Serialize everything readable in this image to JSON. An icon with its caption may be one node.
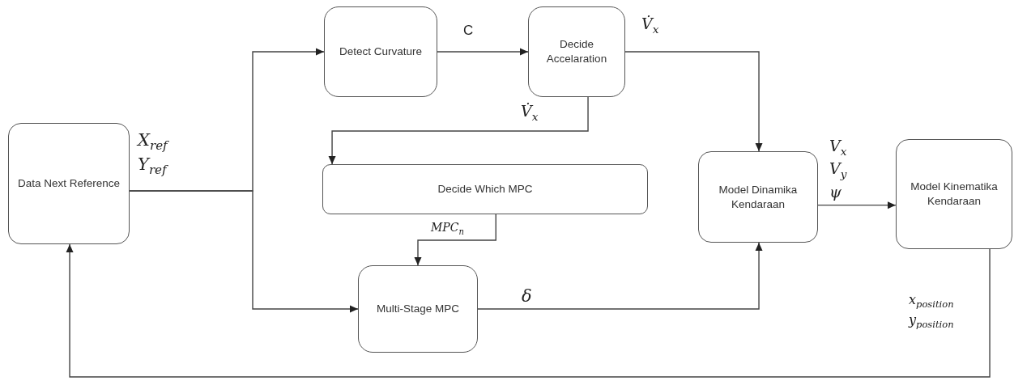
{
  "diagram": {
    "nodes": [
      {
        "text": [
          "Data Next Reference"
        ]
      },
      {
        "text": [
          "Detect Curvature"
        ]
      },
      {
        "text": [
          "Decide Accelaration"
        ]
      },
      {
        "text": [
          "Decide Which MPC"
        ]
      },
      {
        "text": [
          "Multi-Stage MPC"
        ]
      },
      {
        "text": [
          "Model Dinamika Kendaraan"
        ]
      },
      {
        "text": [
          "Model Kinematika Kendaraan"
        ]
      }
    ],
    "edges": [
      {
        "from": 0,
        "to": 1,
        "arrow": "to",
        "label": "X$_{ref}$ Y$_{ref}$"
      },
      {
        "from": 0,
        "to": 4,
        "arrow": "to"
      },
      {
        "from": 1,
        "to": 2,
        "arrow": "to",
        "label": "C"
      },
      {
        "from": 2,
        "to": 5,
        "arrow": "to",
        "label": "V̇$_{x}$"
      },
      {
        "from": 2,
        "to": 3,
        "arrow": "to",
        "label": "V̇$_{x}$"
      },
      {
        "from": 3,
        "to": 4,
        "arrow": "to",
        "label": "MPC$_{n}$"
      },
      {
        "from": 4,
        "to": 5,
        "arrow": "to",
        "label": "δ"
      },
      {
        "from": 5,
        "to": 6,
        "arrow": "to",
        "label": "V$_{x}$ V$_{y}$ ψ"
      },
      {
        "from": 6,
        "to": 0,
        "arrow": "to",
        "label": "x$_{position}$ y$_{position}$"
      }
    ]
  }
}
